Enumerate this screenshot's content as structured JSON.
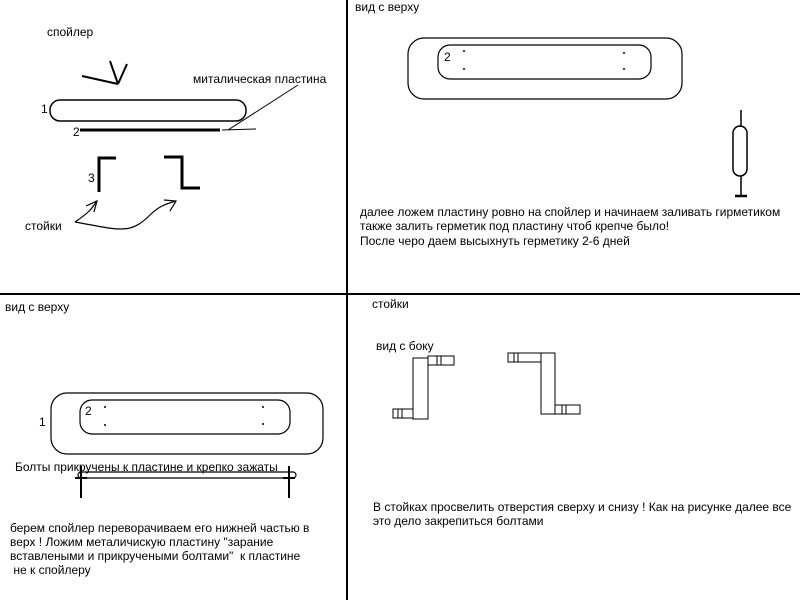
{
  "panel_top_left": {
    "label_spoiler": "спойлер",
    "label_plate": "миталическая пластина",
    "num_1": "1",
    "num_2": "2",
    "num_3": "3",
    "label_stands": "стойки"
  },
  "panel_top_right": {
    "title": "вид с верху",
    "num_2": "2",
    "text_line_1": "далее ложем пластину ровно на спойлер и начинаем заливать гирметиком",
    "text_line_2": "также залить герметик под пластину чтоб крепче было!",
    "text_line_3": "После черо даем высыхнуть герметику 2-6 дней"
  },
  "panel_bottom_left": {
    "title": "вид с верху",
    "num_1": "1",
    "num_2": "2",
    "bolts_caption": "Болты прикручены к пластине и крепко зажаты",
    "text": "берем спойлер переворачиваем его нижней частью в верх ! Ложим металичискую пластину \"зарание вставлеными и прикручеными болтами\"  к пластине\n не к спойлеру"
  },
  "panel_bottom_right": {
    "title": "стойки",
    "side_view_label": "вид с боку",
    "text": "В стойках просвелить отверстия сверху и снизу ! Как на рисунке далее все это дело закрепиться болтами"
  }
}
